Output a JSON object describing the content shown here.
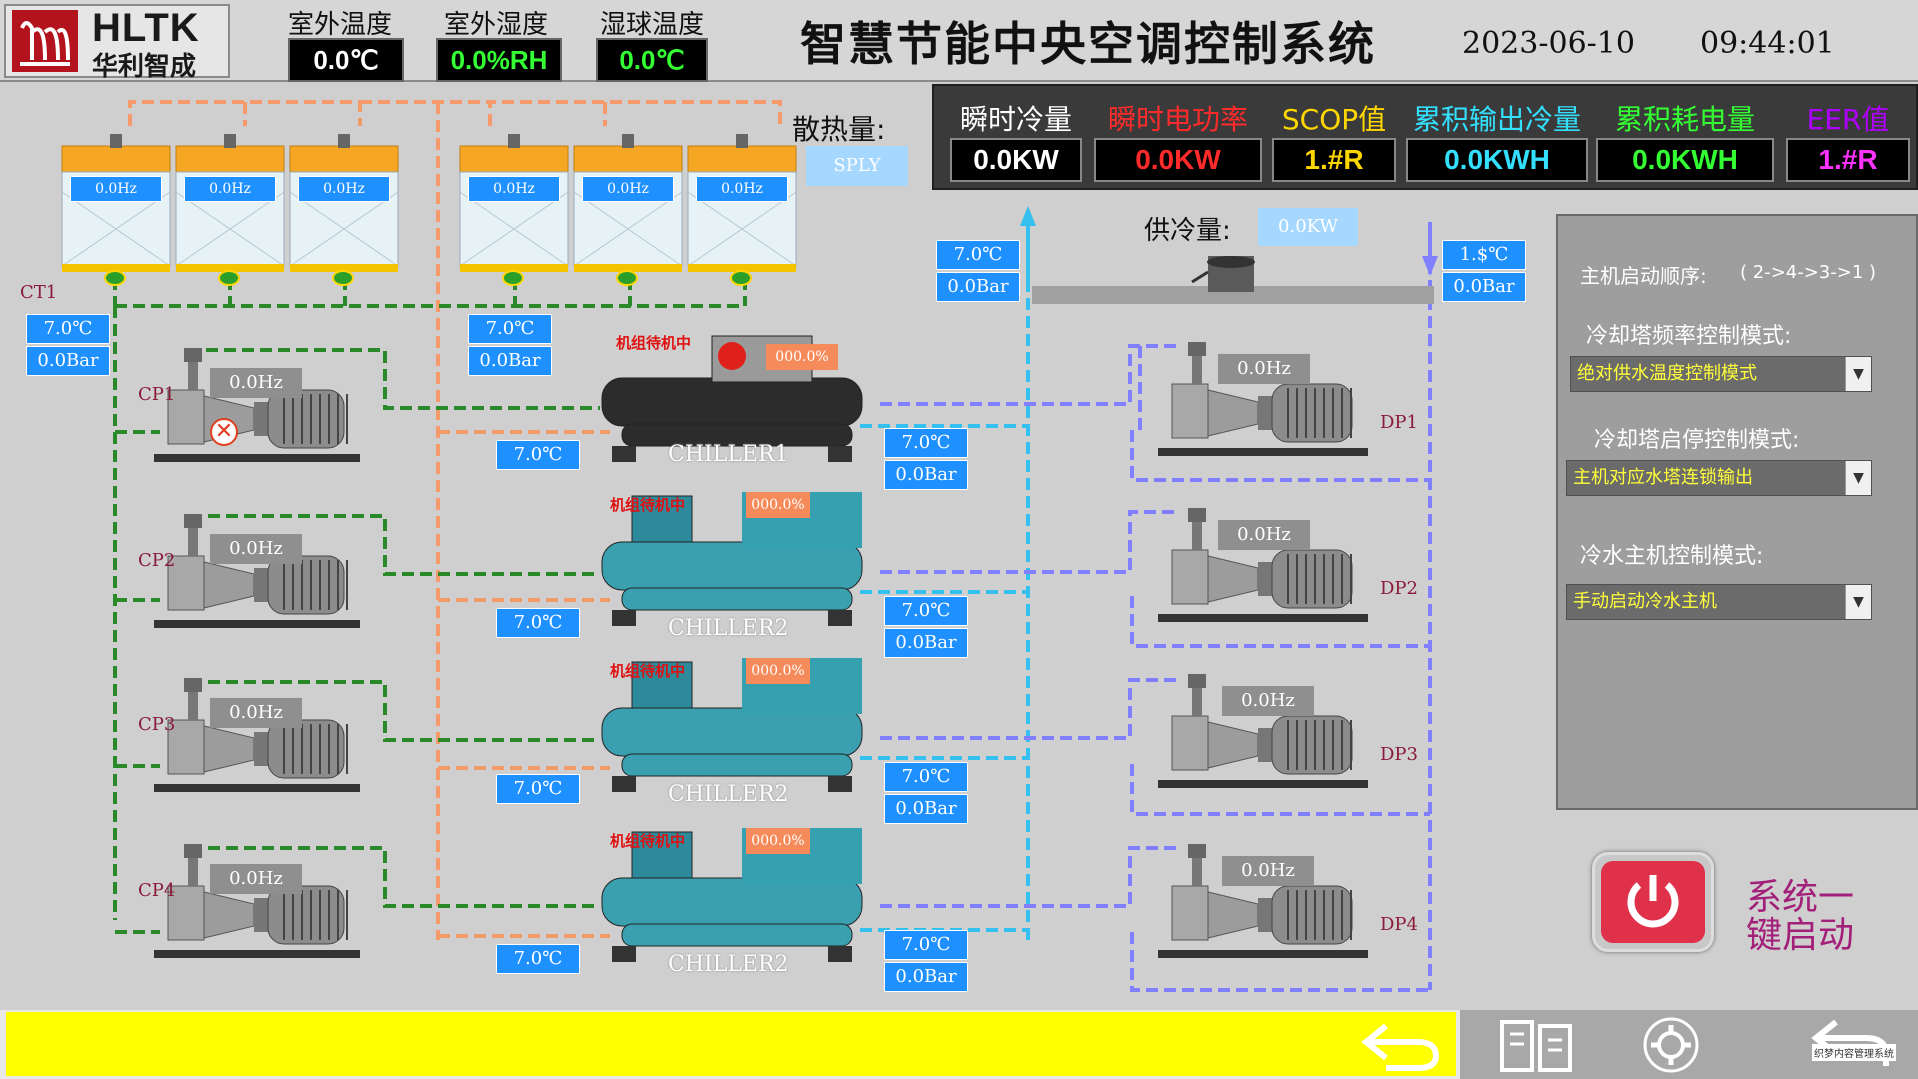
{
  "header": {
    "logo_en": "HLTK",
    "logo_cn": "华利智成",
    "title": "智慧节能中央空调控制系统",
    "date": "2023-06-10",
    "time": "09:44:01",
    "sensors": [
      {
        "label": "室外温度",
        "value": "0.0℃",
        "color": "#ffffff"
      },
      {
        "label": "室外湿度",
        "value": "0.0%RH",
        "color": "#33ff33"
      },
      {
        "label": "湿球温度",
        "value": "0.0℃",
        "color": "#33ff33"
      }
    ]
  },
  "metrics": [
    {
      "label": "瞬时冷量",
      "value": "0.0KW",
      "label_color": "#ffffff",
      "value_color": "#ffffff"
    },
    {
      "label": "瞬时电功率",
      "value": "0.0KW",
      "label_color": "#ff2a2a",
      "value_color": "#ff2a2a"
    },
    {
      "label": "SCOP值",
      "value": "1.#R",
      "label_color": "#ffd700",
      "value_color": "#ffd700"
    },
    {
      "label": "累积输出冷量",
      "value": "0.0KWH",
      "label_color": "#33e0ff",
      "value_color": "#33e0ff"
    },
    {
      "label": "累积耗电量",
      "value": "0.0KWH",
      "label_color": "#33ff33",
      "value_color": "#33ff33"
    },
    {
      "label": "EER值",
      "value": "1.#R",
      "label_color": "#b000ff",
      "value_color": "#ff33ff"
    }
  ],
  "heat": {
    "label": "散热量:",
    "value": "SPLY"
  },
  "supply": {
    "label": "供冷量:",
    "value": "0.0KW"
  },
  "towers": {
    "label": "CT1",
    "freqs": [
      "0.0Hz",
      "0.0Hz",
      "0.0Hz",
      "0.0Hz",
      "0.0Hz",
      "0.0Hz"
    ]
  },
  "cooling_return": {
    "temp": "7.0℃",
    "pressure": "0.0Bar"
  },
  "cooling_mid": {
    "temp": "7.0℃",
    "pressure": "0.0Bar"
  },
  "chw_supply_main": {
    "temp": "7.0℃",
    "pressure": "0.0Bar"
  },
  "chw_return_main": {
    "temp": "1.$℃",
    "pressure": "0.0Bar"
  },
  "chillers": [
    {
      "name": "CHILLER1",
      "status": "机组待机中",
      "load": "000.0%",
      "cw_temp": "7.0℃",
      "chw_temp": "7.0℃",
      "chw_pressure": "0.0Bar"
    },
    {
      "name": "CHILLER2",
      "status": "机组待机中",
      "load": "000.0%",
      "cw_temp": "7.0℃",
      "chw_temp": "7.0℃",
      "chw_pressure": "0.0Bar"
    },
    {
      "name": "CHILLER2",
      "status": "机组待机中",
      "load": "000.0%",
      "cw_temp": "7.0℃",
      "chw_temp": "7.0℃",
      "chw_pressure": "0.0Bar"
    },
    {
      "name": "CHILLER2",
      "status": "机组待机中",
      "load": "000.0%",
      "cw_temp": "7.0℃",
      "chw_temp": "7.0℃",
      "chw_pressure": "0.0Bar"
    }
  ],
  "cooling_pumps": [
    {
      "label": "CP1",
      "freq": "0.0Hz",
      "fault": true
    },
    {
      "label": "CP2",
      "freq": "0.0Hz",
      "fault": false
    },
    {
      "label": "CP3",
      "freq": "0.0Hz",
      "fault": false
    },
    {
      "label": "CP4",
      "freq": "0.0Hz",
      "fault": false
    }
  ],
  "chilled_pumps": [
    {
      "label": "DP1",
      "freq": "0.0Hz"
    },
    {
      "label": "DP2",
      "freq": "0.0Hz"
    },
    {
      "label": "DP3",
      "freq": "0.0Hz"
    },
    {
      "label": "DP4",
      "freq": "0.0Hz"
    }
  ],
  "control": {
    "start_order_label": "主机启动顺序:",
    "start_order_value": "( 2->4->3->1 )",
    "tower_freq_label": "冷却塔频率控制模式:",
    "tower_freq_value": "绝对供水温度控制模式",
    "tower_startstop_label": "冷却塔启停控制模式:",
    "tower_startstop_value": "主机对应水塔连锁输出",
    "chiller_ctrl_label": "冷水主机控制模式:",
    "chiller_ctrl_value": "手动启动冷水主机"
  },
  "one_key": {
    "line1": "系统一",
    "line2": "键启动"
  },
  "watermark": "织梦内容管理系统",
  "colors": {
    "cooling_water": "#2a8a2a",
    "tower_pipe": "#f59a6a",
    "chilled_supply": "#33c0ee",
    "chilled_return": "#8080ff",
    "info_blue": "#1e90ff"
  },
  "icons": [
    "back-arrow-icon",
    "manual-book-icon",
    "gear-icon",
    "return-icon",
    "power-icon"
  ]
}
